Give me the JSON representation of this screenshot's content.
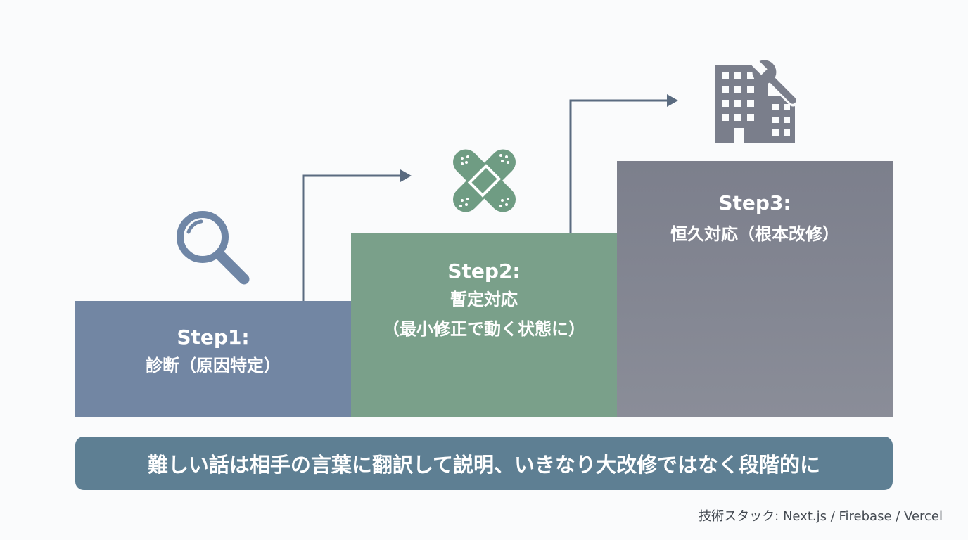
{
  "steps": [
    {
      "title": "Step1:",
      "subtitle": "診断（原因特定）",
      "icon": "magnifier-icon",
      "color": "#7286a3"
    },
    {
      "title": "Step2:",
      "subtitle_line1": "暫定対応",
      "subtitle_line2": "（最小修正で動く状態に）",
      "icon": "bandage-icon",
      "color": "#7aa08a"
    },
    {
      "title": "Step3:",
      "subtitle": "恒久対応（根本改修）",
      "icon": "building-wrench-icon",
      "color": "#80838f"
    }
  ],
  "banner": {
    "text": "難しい話は相手の言葉に翻訳して説明、いきなり大改修ではなく段階的に",
    "color": "#5e7f93"
  },
  "footnote": "技術スタック: Next.js / Firebase / Vercel",
  "arrow_color": "#5a6b80",
  "icon_colors": {
    "magnifier": "#6f86a6",
    "bandage": "#6f9c83",
    "building": "#7a7e8b"
  }
}
